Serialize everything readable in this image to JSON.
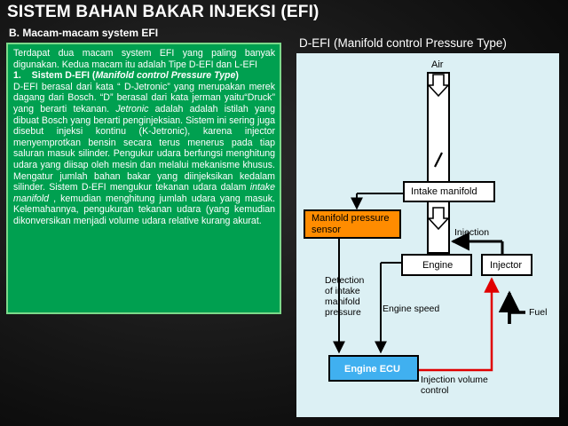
{
  "slide": {
    "title": "SISTEM BAHAN BAKAR INJEKSI (EFI)",
    "subtitle": "B.   Macam-macam system EFI",
    "diagram_title": "D-EFI (Manifold control Pressure Type)"
  },
  "textbox": {
    "intro": "Terdapat dua macam system EFI yang paling banyak digunakan. Kedua macam itu adalah Tipe D-EFI dan L-EFI",
    "item_number": "1.",
    "item_head": "Sistem D-EFI (",
    "item_head_italic": "Manifold control Pressure Type",
    "item_head_end": ")",
    "p1": "D-EFI berasal dari kata “ D-Jetronic” yang merupakan merek dagang dari Bosch. “D” berasal dari kata jerman yaitu“Druck” yang berarti tekanan. ",
    "p1_italic": "Jetronic",
    "p2": " adalah adalah istilah yang dibuat Bosch yang berarti penginjeksian. Sistem ini sering juga disebut injeksi kontinu (K-Jetronic), karena injector menyemprotkan bensin secara terus menerus pada tiap saluran masuk silinder. Pengukur udara berfungsi menghitung udara yang diisap oleh mesin dan melalui mekanisme khusus. Mengatur jumlah bahan bakar yang diinjeksikan kedalam silinder. Sistem D-EFI mengukur tekanan udara dalam ",
    "p2_italic": "intake manifold",
    "p3": " , kemudian menghitung jumlah udara yang masuk. Kelemahannya, pengukuran tekanan udara (yang kemudian dikonversikan menjadi volume udara relative kurang akurat."
  },
  "diagram": {
    "air": "Air",
    "intake_manifold": "Intake manifold",
    "map_sensor_line1": "Manifold pressure",
    "map_sensor_line2": "sensor",
    "injection": "Injection",
    "engine": "Engine",
    "injector": "Injector",
    "detection_1": "Detection",
    "detection_2": "of intake",
    "detection_3": "manifold",
    "detection_4": "pressure",
    "engine_speed": "Engine speed",
    "fuel": "Fuel",
    "engine_ecu": "Engine ECU",
    "injection_volume_1": "Injection volume",
    "injection_volume_2": "control",
    "colors": {
      "background": "#dcf0f4",
      "sensor": "#ff8c00",
      "ecu": "#40b0f0",
      "signal": "#e00000"
    }
  },
  "colors": {
    "textbox_bg": "#00a050",
    "textbox_border": "#7cd98a"
  }
}
